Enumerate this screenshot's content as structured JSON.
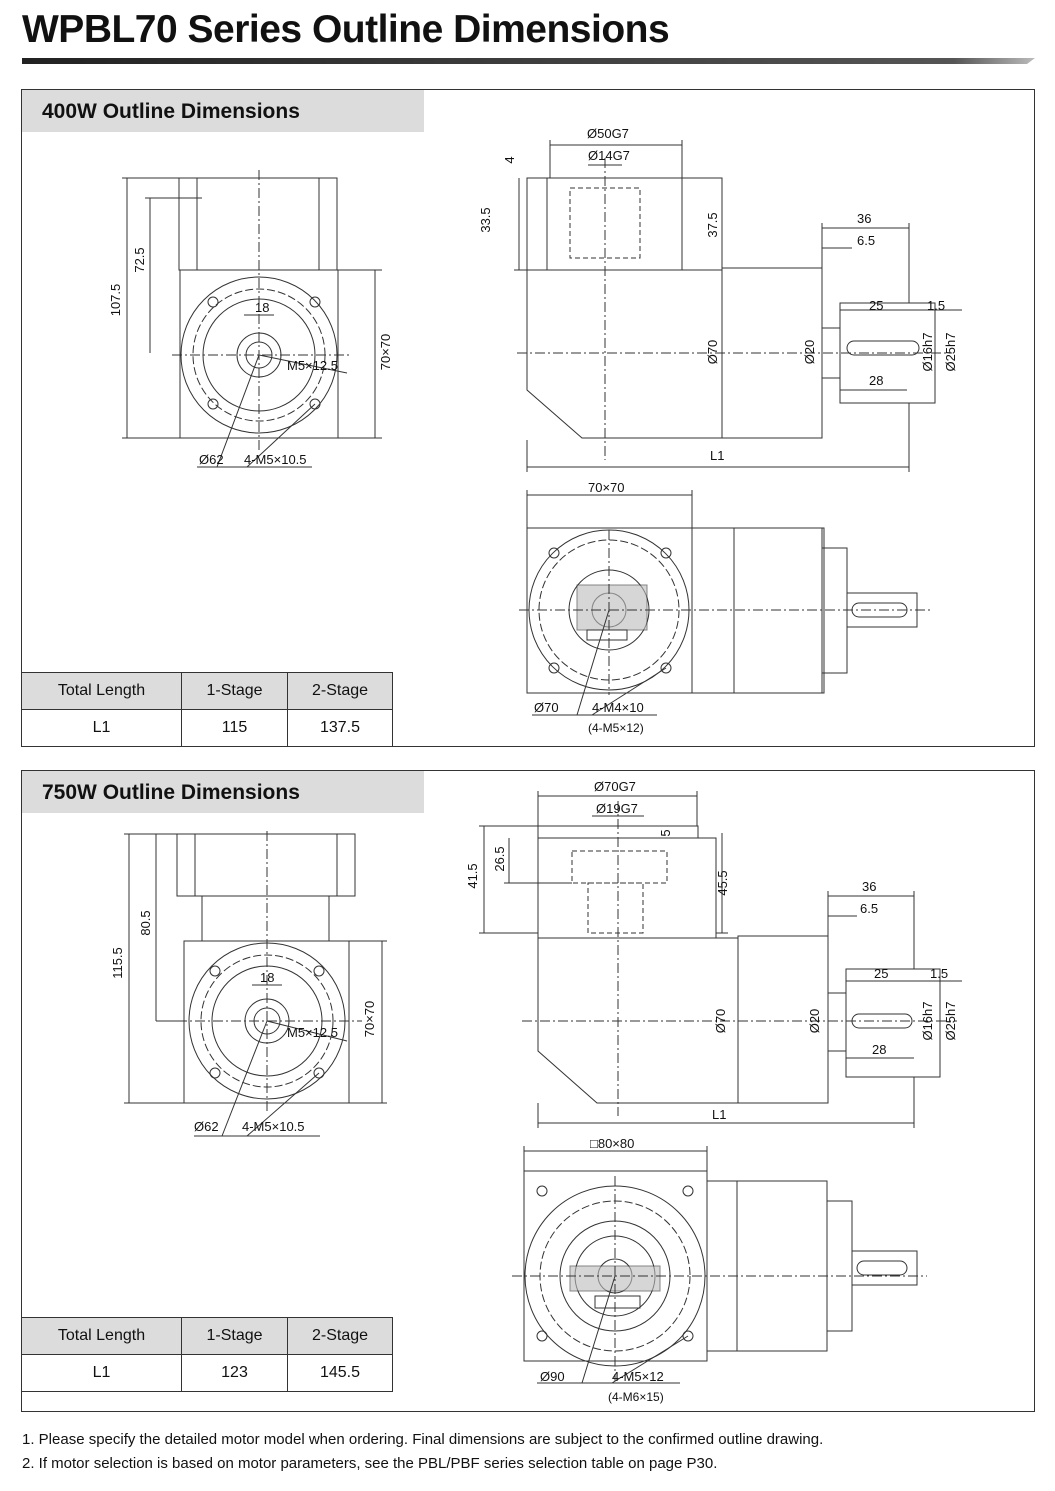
{
  "page_title": "WPBL70 Series Outline Dimensions",
  "sections": [
    {
      "heading": "400W Outline Dimensions",
      "front": {
        "d_107_5": "107.5",
        "d_72_5": "72.5",
        "d_18": "18",
        "d_m5": "M5×12.5",
        "d_70x70": "70×70",
        "d_phi62": "Ø62",
        "d_holes": "4-M5×10.5"
      },
      "side": {
        "phi_flange": "Ø50G7",
        "phi_bore": "Ø14G7",
        "d_small": "4",
        "d_top": "33.5",
        "d_mid": "37.5",
        "d_36": "36",
        "d_6_5": "6.5",
        "d_25": "25",
        "d_1_5": "1.5",
        "phi70": "Ø70",
        "phi20": "Ø20",
        "phi16": "Ø16h7",
        "phi25": "Ø25h7",
        "d_28": "28",
        "d_l1": "L1"
      },
      "end": {
        "d_square": "70×70",
        "phi_pcd": "Ø70",
        "holes": "4-M4×10",
        "holes_alt": "(4-M5×12)"
      },
      "table": {
        "h0": "Total Length",
        "h1": "1-Stage",
        "h2": "2-Stage",
        "r0": "L1",
        "r1": "115",
        "r2": "137.5"
      }
    },
    {
      "heading": "750W Outline Dimensions",
      "front": {
        "d_107_5": "115.5",
        "d_72_5": "80.5",
        "d_18": "18",
        "d_m5": "M5×12.5",
        "d_70x70": "70×70",
        "d_phi62": "Ø62",
        "d_holes": "4-M5×10.5"
      },
      "side": {
        "phi_flange": "Ø70G7",
        "phi_bore": "Ø19G7",
        "d_small": "5",
        "d_top": "26.5",
        "d_top2": "41.5",
        "d_mid": "45.5",
        "d_36": "36",
        "d_6_5": "6.5",
        "d_25": "25",
        "d_1_5": "1.5",
        "phi70": "Ø70",
        "phi20": "Ø20",
        "phi16": "Ø16h7",
        "phi25": "Ø25h7",
        "d_28": "28",
        "d_l1": "L1"
      },
      "end": {
        "d_square": "□80×80",
        "phi_pcd": "Ø90",
        "holes": "4-M5×12",
        "holes_alt": "(4-M6×15)"
      },
      "table": {
        "h0": "Total Length",
        "h1": "1-Stage",
        "h2": "2-Stage",
        "r0": "L1",
        "r1": "123",
        "r2": "145.5"
      }
    }
  ],
  "notes": [
    "1. Please specify the detailed motor model when ordering. Final dimensions are subject to the confirmed outline drawing.",
    "2. If motor selection is based on motor parameters, see the PBL/PBF series selection table on page P30."
  ],
  "colors": {
    "header_bg": "#dcdcdc",
    "line": "#333333",
    "title_bar_dark": "#222222",
    "title_bar_light": "#bbbbbb"
  }
}
